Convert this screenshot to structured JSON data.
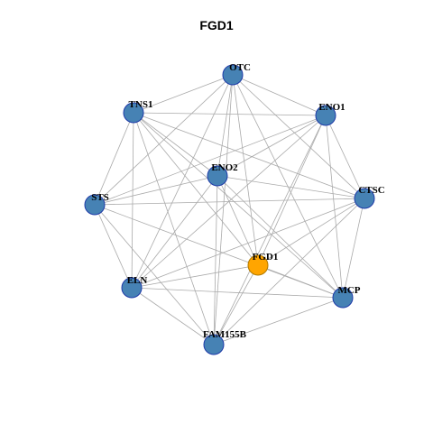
{
  "title": "FGD1",
  "colors": {
    "node_fill": "#4682B4",
    "node_stroke": "#1E3AA8",
    "hub_fill": "#FFA500",
    "hub_stroke": "#B07A00",
    "edge": "#AAAAAA"
  },
  "nodes": [
    {
      "id": "OTC",
      "label": "OTC",
      "hub": false
    },
    {
      "id": "TNS1",
      "label": "TNS1",
      "hub": false
    },
    {
      "id": "ENO1",
      "label": "ENO1",
      "hub": false
    },
    {
      "id": "ENO2",
      "label": "ENO2",
      "hub": false
    },
    {
      "id": "STS",
      "label": "STS",
      "hub": false
    },
    {
      "id": "CTSC",
      "label": "CTSC",
      "hub": false
    },
    {
      "id": "FGD1",
      "label": "FGD1",
      "hub": true
    },
    {
      "id": "ELN",
      "label": "ELN",
      "hub": false
    },
    {
      "id": "MCP",
      "label": "MCP",
      "hub": false
    },
    {
      "id": "FAM155B",
      "label": "FAM155B",
      "hub": false
    }
  ],
  "edges": [
    [
      "OTC",
      "TNS1"
    ],
    [
      "OTC",
      "ENO1"
    ],
    [
      "OTC",
      "STS"
    ],
    [
      "OTC",
      "CTSC"
    ],
    [
      "OTC",
      "FGD1"
    ],
    [
      "OTC",
      "ELN"
    ],
    [
      "OTC",
      "MCP"
    ],
    [
      "OTC",
      "FAM155B"
    ],
    [
      "OTC",
      "ENO2"
    ],
    [
      "TNS1",
      "ENO1"
    ],
    [
      "TNS1",
      "ENO2"
    ],
    [
      "TNS1",
      "STS"
    ],
    [
      "TNS1",
      "CTSC"
    ],
    [
      "TNS1",
      "FGD1"
    ],
    [
      "TNS1",
      "ELN"
    ],
    [
      "TNS1",
      "MCP"
    ],
    [
      "TNS1",
      "FAM155B"
    ],
    [
      "ENO1",
      "ENO2"
    ],
    [
      "ENO1",
      "STS"
    ],
    [
      "ENO1",
      "CTSC"
    ],
    [
      "ENO1",
      "FGD1"
    ],
    [
      "ENO1",
      "ELN"
    ],
    [
      "ENO1",
      "MCP"
    ],
    [
      "ENO1",
      "FAM155B"
    ],
    [
      "ENO2",
      "STS"
    ],
    [
      "ENO2",
      "CTSC"
    ],
    [
      "ENO2",
      "FGD1"
    ],
    [
      "ENO2",
      "ELN"
    ],
    [
      "ENO2",
      "MCP"
    ],
    [
      "ENO2",
      "FAM155B"
    ],
    [
      "STS",
      "CTSC"
    ],
    [
      "STS",
      "ELN"
    ],
    [
      "STS",
      "MCP"
    ],
    [
      "STS",
      "FAM155B"
    ],
    [
      "CTSC",
      "FGD1"
    ],
    [
      "CTSC",
      "ELN"
    ],
    [
      "CTSC",
      "MCP"
    ],
    [
      "CTSC",
      "FAM155B"
    ],
    [
      "FGD1",
      "ELN"
    ],
    [
      "FGD1",
      "MCP"
    ],
    [
      "FGD1",
      "FAM155B"
    ],
    [
      "ELN",
      "MCP"
    ],
    [
      "ELN",
      "FAM155B"
    ],
    [
      "MCP",
      "FAM155B"
    ]
  ]
}
